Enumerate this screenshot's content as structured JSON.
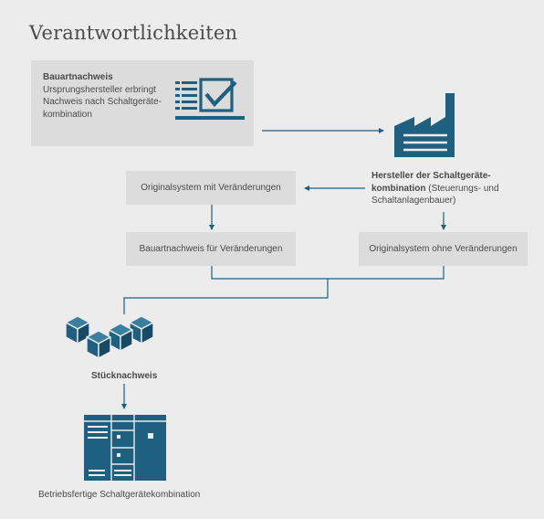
{
  "title": "Verantwortlichkeiten",
  "bauartnachweis": {
    "heading": "Bauartnachweis",
    "text": "Ursprungshersteller erbringt Nachweis nach Schaltgeräte-kombination"
  },
  "hersteller": {
    "heading": "Hersteller der Schaltgeräte-kombination",
    "text": "(Steuerungs- und Schaltanlagenbauer)"
  },
  "boxes": {
    "originalsystem_mit": "Originalsystem mit Veränderungen",
    "bauartnachweis_fuer": "Bauartnachweis für Veränderungen",
    "originalsystem_ohne": "Originalsystem ohne Veränderungen"
  },
  "stuecknachweis": "Stücknachweis",
  "betriebsfertig": "Betriebsfertige Schaltgerätekombination",
  "colors": {
    "accent": "#1f5f80",
    "box": "#dcdcdc",
    "background": "#ececec",
    "text": "#4a4a4a"
  },
  "icons": [
    "checklist-icon",
    "factory-icon",
    "cubes-icon",
    "switchgear-cabinet-icon"
  ]
}
